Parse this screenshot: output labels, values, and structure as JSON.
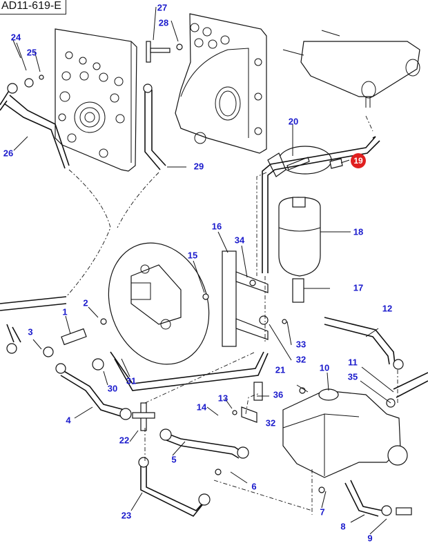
{
  "diagram": {
    "reference_code": "AD11-619-E",
    "type": "exploded parts diagram",
    "highlight_color": "#e02020",
    "callout_color": "#1a1acc",
    "highlighted_part": "19",
    "callouts": [
      {
        "id": "c1",
        "label": "1"
      },
      {
        "id": "c2",
        "label": "2"
      },
      {
        "id": "c3",
        "label": "3"
      },
      {
        "id": "c4",
        "label": "4"
      },
      {
        "id": "c5",
        "label": "5"
      },
      {
        "id": "c6",
        "label": "6"
      },
      {
        "id": "c7",
        "label": "7"
      },
      {
        "id": "c8",
        "label": "8"
      },
      {
        "id": "c9",
        "label": "9"
      },
      {
        "id": "c10",
        "label": "10"
      },
      {
        "id": "c11",
        "label": "11"
      },
      {
        "id": "c12",
        "label": "12"
      },
      {
        "id": "c13",
        "label": "13"
      },
      {
        "id": "c14",
        "label": "14"
      },
      {
        "id": "c15",
        "label": "15"
      },
      {
        "id": "c16",
        "label": "16"
      },
      {
        "id": "c17",
        "label": "17"
      },
      {
        "id": "c18",
        "label": "18"
      },
      {
        "id": "c19",
        "label": "19"
      },
      {
        "id": "c20",
        "label": "20"
      },
      {
        "id": "c21",
        "label": "21"
      },
      {
        "id": "c22",
        "label": "22"
      },
      {
        "id": "c23",
        "label": "23"
      },
      {
        "id": "c24",
        "label": "24"
      },
      {
        "id": "c25",
        "label": "25"
      },
      {
        "id": "c26",
        "label": "26"
      },
      {
        "id": "c27",
        "label": "27"
      },
      {
        "id": "c28",
        "label": "28"
      },
      {
        "id": "c29",
        "label": "29"
      },
      {
        "id": "c30",
        "label": "30"
      },
      {
        "id": "c31",
        "label": "31"
      },
      {
        "id": "c32a",
        "label": "32"
      },
      {
        "id": "c32b",
        "label": "32"
      },
      {
        "id": "c33",
        "label": "33"
      },
      {
        "id": "c34",
        "label": "34"
      },
      {
        "id": "c35",
        "label": "35"
      },
      {
        "id": "c36",
        "label": "36"
      }
    ]
  }
}
